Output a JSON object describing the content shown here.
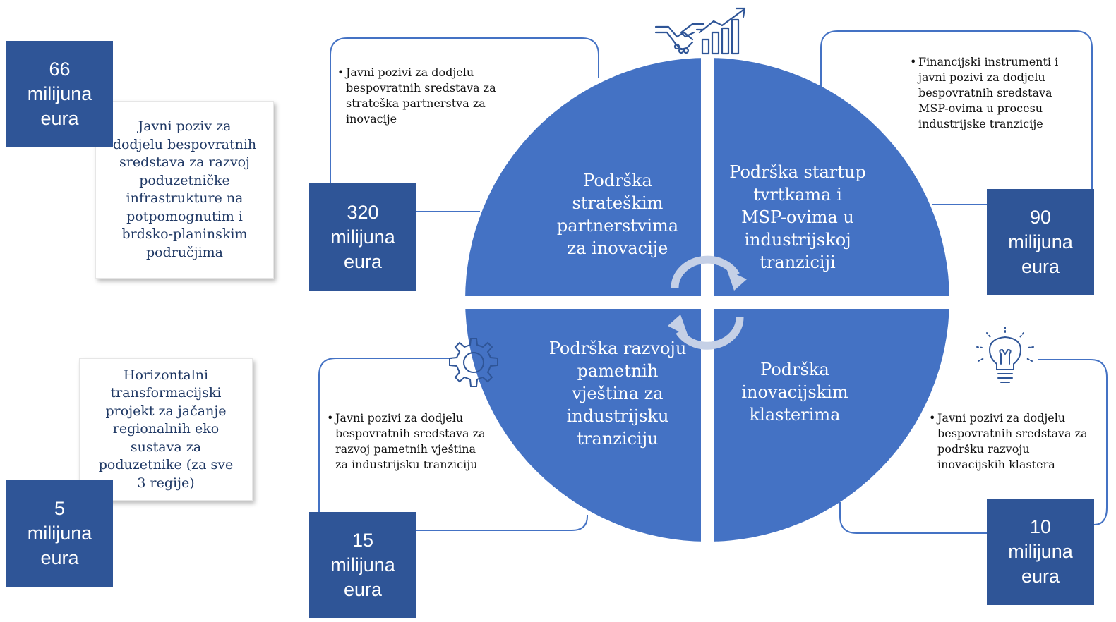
{
  "quadrants": {
    "top_left": [
      "Podrška",
      "strateškim",
      "partnerstvima",
      "za inovacije"
    ],
    "top_right": [
      "Podrška startup",
      "tvrtkama i",
      "MSP-ovima u",
      "industrijskoj",
      "tranziciji"
    ],
    "bottom_left": [
      "Podrška razvoju",
      "pametnih",
      "vještina za",
      "industrijsku",
      "tranziciju"
    ],
    "bottom_right": [
      "Podrška",
      "inovacijskim",
      "klasterima"
    ]
  },
  "bullets": {
    "top_left": [
      "Javni pozivi za dodjelu",
      "bespovratnih sredstava za",
      "strateška partnerstva za",
      "inovacije"
    ],
    "top_right": [
      "Financijski instrumenti i",
      "javni pozivi za dodjelu",
      "bespovratnih sredstava",
      "MSP-ovima u procesu",
      "industrijske tranzicije"
    ],
    "bottom_left": [
      "Javni pozivi za dodjelu",
      "bespovratnih sredstava za",
      "razvoj pametnih vještina",
      "za industrijsku tranziciju"
    ],
    "bottom_right": [
      "Javni pozivi za dodjelu",
      "bespovratnih sredstava za",
      "podršku razvoju",
      "inovacijskih klastera"
    ]
  },
  "amounts": {
    "a66": [
      "66",
      "milijuna",
      "eura"
    ],
    "a320": [
      "320",
      "milijuna",
      "eura"
    ],
    "a90": [
      "90",
      "milijuna",
      "eura"
    ],
    "a15": [
      "15",
      "milijuna",
      "eura"
    ],
    "a10": [
      "10",
      "milijuna",
      "eura"
    ],
    "a5": [
      "5",
      "milijuna",
      "eura"
    ]
  },
  "cards": {
    "infrastructure": [
      "Javni poziv za",
      "dodjelu bespovratnih",
      "sredstava za razvoj",
      "poduzetničke",
      "infrastrukture na",
      "potpomognutim i",
      "brdsko-planinskim",
      "područjima"
    ],
    "horizontal": [
      "Horizontalni",
      "transformacijski",
      "projekt za jačanje",
      "regionalnih eko",
      "sustava za",
      "poduzetnike (za sve",
      "3 regije)"
    ]
  },
  "colors": {
    "circle": "#4472c4",
    "box": "#2f5597",
    "outline": "#4472c4",
    "icon": "#2f5597",
    "arrow": "#c5d0e6"
  },
  "icons": [
    "handshake-growth-icon",
    "gear-icon",
    "lightbulb-icon",
    "cycle-arrows-icon"
  ]
}
